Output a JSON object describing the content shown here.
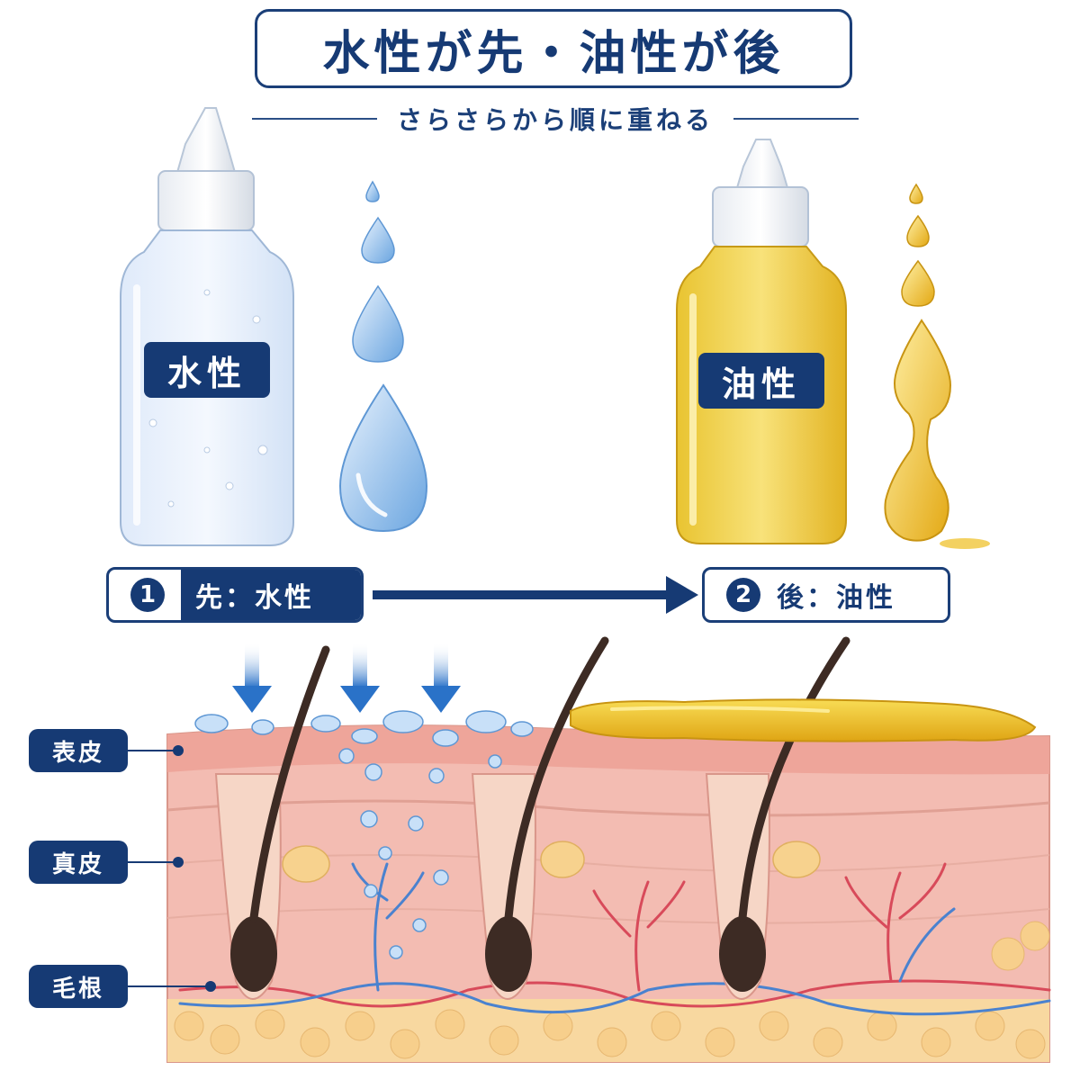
{
  "title": "水性が先・油性が後",
  "subtitle": "さらさらから順に重ねる",
  "bottles": {
    "water_label": "水性",
    "oil_label": "油性"
  },
  "steps": [
    {
      "number": "1",
      "label": "先：水性"
    },
    {
      "number": "2",
      "label": "後：油性"
    }
  ],
  "skin_layers": [
    "表皮",
    "真皮",
    "毛根"
  ],
  "colors": {
    "navy": "#163a74",
    "water": "#7fb3e6",
    "oil": "#e9b82a",
    "skin": "#f3b7ad"
  }
}
